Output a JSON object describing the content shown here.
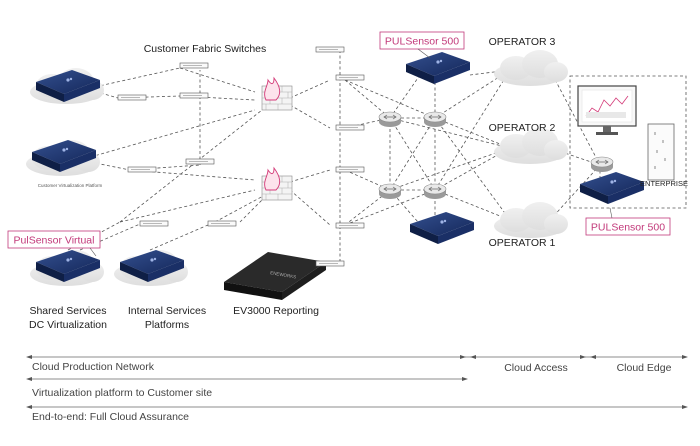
{
  "labels": {
    "customer_fabric_switches": "Customer Fabric Switches",
    "customer_virtualization_platform": "Customer Virtualization Platform",
    "shared_services_line1": "Shared Services",
    "shared_services_line2": "DC Virtualization",
    "internal_services_line1": "Internal Services",
    "internal_services_line2": "Platforms",
    "ev3000_reporting": "EV3000 Reporting",
    "pulsensor_500_top": "PULSensor 500",
    "pulsensor_500_enterprise": "PULSensor 500",
    "pulsensor_virtual": "PulSensor Virtual",
    "operator_1": "OPERATOR 1",
    "operator_2": "OPERATOR 2",
    "operator_3": "OPERATOR 3",
    "enterprise": "ENTERPRISE"
  },
  "spans": {
    "cloud_production_network": "Cloud Production Network",
    "cloud_access": "Cloud Access",
    "cloud_edge": "Cloud Edge",
    "virtualization_to_customer": "Virtualization platform to Customer site",
    "end_to_end": "End-to-end: Full Cloud Assurance"
  },
  "colors": {
    "accent_magenta": "#c2397a",
    "device_blue": "#1f3a78",
    "cloud_gray": "#e6e6e6",
    "line_gray": "#555555"
  }
}
